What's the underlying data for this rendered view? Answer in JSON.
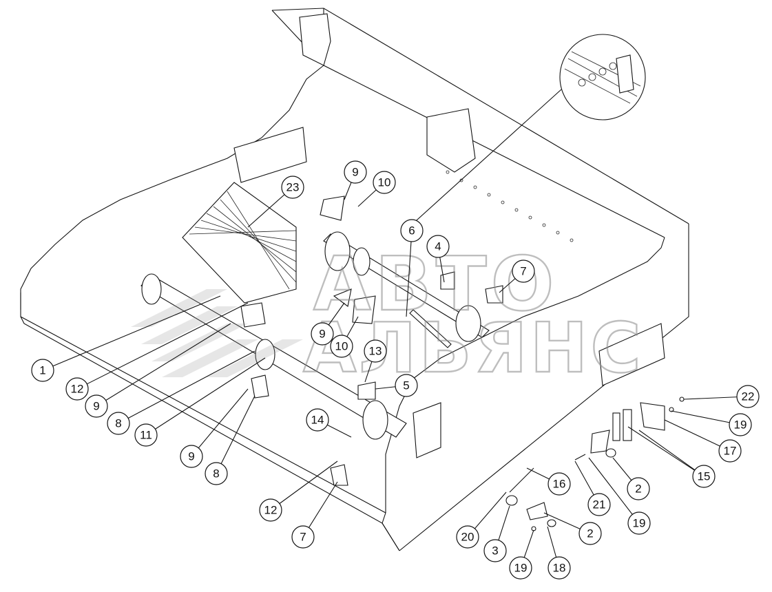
{
  "watermark": {
    "line1": "АВТО",
    "line2": "АЛЬЯНС"
  },
  "callouts": [
    {
      "id": "c1",
      "label": "1"
    },
    {
      "id": "c12a",
      "label": "12"
    },
    {
      "id": "c9a",
      "label": "9"
    },
    {
      "id": "c8a",
      "label": "8"
    },
    {
      "id": "c11",
      "label": "11"
    },
    {
      "id": "c9b",
      "label": "9"
    },
    {
      "id": "c8b",
      "label": "8"
    },
    {
      "id": "c12b",
      "label": "12"
    },
    {
      "id": "c7a",
      "label": "7"
    },
    {
      "id": "c14",
      "label": "14"
    },
    {
      "id": "c13",
      "label": "13"
    },
    {
      "id": "c5",
      "label": "5"
    },
    {
      "id": "c9c",
      "label": "9"
    },
    {
      "id": "c10a",
      "label": "10"
    },
    {
      "id": "c9d",
      "label": "9"
    },
    {
      "id": "c10b",
      "label": "10"
    },
    {
      "id": "c23",
      "label": "23"
    },
    {
      "id": "c6",
      "label": "6"
    },
    {
      "id": "c4",
      "label": "4"
    },
    {
      "id": "c7b",
      "label": "7"
    },
    {
      "id": "c20",
      "label": "20"
    },
    {
      "id": "c3",
      "label": "3"
    },
    {
      "id": "c16",
      "label": "16"
    },
    {
      "id": "c19a",
      "label": "19"
    },
    {
      "id": "c18",
      "label": "18"
    },
    {
      "id": "c2a",
      "label": "2"
    },
    {
      "id": "c21",
      "label": "21"
    },
    {
      "id": "c19b",
      "label": "19"
    },
    {
      "id": "c2b",
      "label": "2"
    },
    {
      "id": "c15",
      "label": "15"
    },
    {
      "id": "c17",
      "label": "17"
    },
    {
      "id": "c19c",
      "label": "19"
    },
    {
      "id": "c22",
      "label": "22"
    }
  ]
}
